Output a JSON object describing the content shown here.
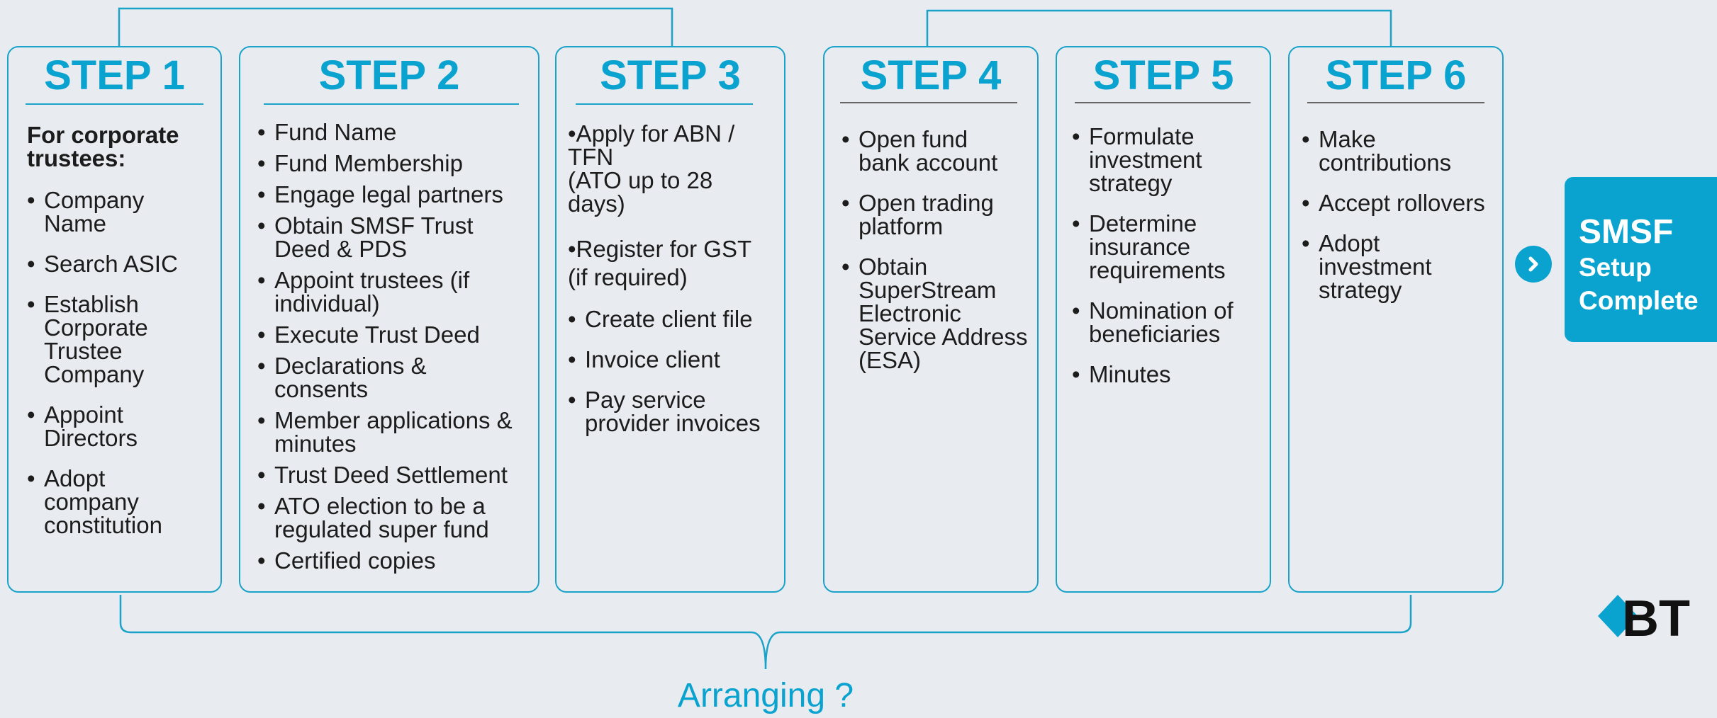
{
  "steps": [
    {
      "title": "STEP 1",
      "items": [
        {
          "text": "For corporate trustees:",
          "kind": "header"
        },
        {
          "text": "Company Name",
          "kind": "bullet"
        },
        {
          "text": "Search ASIC",
          "kind": "bullet"
        },
        {
          "text": "Establish Corporate Trustee Company",
          "kind": "bullet"
        },
        {
          "text": "Appoint Directors",
          "kind": "bullet"
        },
        {
          "text": "Adopt company constitution",
          "kind": "bullet"
        }
      ]
    },
    {
      "title": "STEP 2",
      "items": [
        {
          "text": "Fund Name",
          "kind": "bullet"
        },
        {
          "text": "Fund Membership",
          "kind": "bullet"
        },
        {
          "text": "Engage legal partners",
          "kind": "bullet"
        },
        {
          "text": "Obtain  SMSF Trust Deed  & PDS",
          "kind": "bullet"
        },
        {
          "text": "Appoint trustees (if individual)",
          "kind": "bullet"
        },
        {
          "text": "Execute Trust Deed",
          "kind": "bullet"
        },
        {
          "text": "Declarations & consents",
          "kind": "bullet"
        },
        {
          "text": "Member applications & minutes",
          "kind": "bullet"
        },
        {
          "text": "Trust Deed Settlement",
          "kind": "bullet"
        },
        {
          "text": "ATO election to be a regulated super fund",
          "kind": "bullet"
        },
        {
          "text": "Certified copies",
          "kind": "bullet"
        }
      ]
    },
    {
      "title": "STEP 3",
      "items": [
        {
          "text": "•Apply for ABN / TFN\n(ATO up to 28 days)",
          "kind": "plain"
        },
        {
          "text": "•Register for GST\n (if required)",
          "kind": "plain"
        },
        {
          "text": "Create client file",
          "kind": "bullet"
        },
        {
          "text": "Invoice client",
          "kind": "bullet"
        },
        {
          "text": "Pay service provider invoices",
          "kind": "bullet"
        }
      ]
    },
    {
      "title": "STEP 4",
      "items": [
        {
          "text": "Open fund bank account",
          "kind": "bullet"
        },
        {
          "text": "Open trading platform",
          "kind": "bullet"
        },
        {
          "text": "Obtain SuperStream Electronic Service Address (ESA)",
          "kind": "bullet"
        }
      ]
    },
    {
      "title": "STEP 5",
      "items": [
        {
          "text": "Formulate investment strategy",
          "kind": "bullet"
        },
        {
          "text": "Determine insurance requirements",
          "kind": "bullet"
        },
        {
          "text": "Nomination of beneficiaries",
          "kind": "bullet"
        },
        {
          "text": "Minutes",
          "kind": "bullet"
        }
      ]
    },
    {
      "title": "STEP 6",
      "items": [
        {
          "text": "Make contributions",
          "kind": "bullet"
        },
        {
          "text": "Accept rollovers",
          "kind": "bullet"
        },
        {
          "text": "Adopt investment strategy",
          "kind": "bullet"
        }
      ]
    }
  ],
  "complete": {
    "line1": "SMSF",
    "line2": "Setup",
    "line3": "Complete"
  },
  "arranging_label": "Arranging ?",
  "logo_text": "BT",
  "colors": {
    "accent": "#0aa3cf",
    "background": "#e8ebef",
    "text": "#1c1c1c"
  }
}
